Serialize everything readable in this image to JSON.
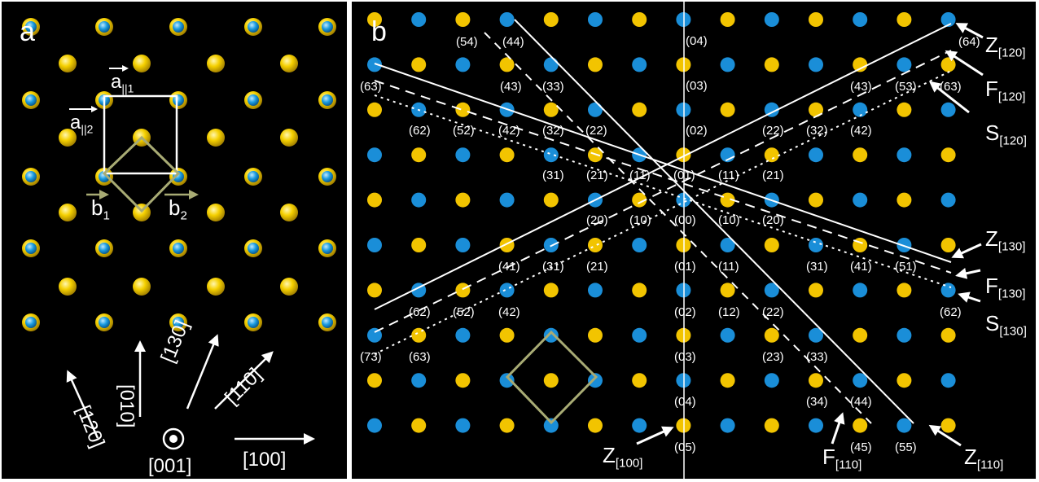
{
  "colors": {
    "gold": "#f2c400",
    "blue": "#1a8ed8",
    "olive": "#a8ab74",
    "line": "#ffffff",
    "background": "#000000"
  },
  "panel_a": {
    "label": "a",
    "vector_a1": {
      "base": "a",
      "sub": "||1"
    },
    "vector_a2": {
      "base": "a",
      "sub": "||2"
    },
    "vector_b1": {
      "base": "b",
      "sub": "1"
    },
    "vector_b2": {
      "base": "b",
      "sub": "2"
    },
    "direction_labels": [
      "[120]",
      "[010]",
      "[130]",
      "[110]",
      "[100]",
      "[001]"
    ]
  },
  "panel_b": {
    "label": "b",
    "spot_labels": [
      "(54)",
      "(44)",
      "(04)",
      "(64)",
      "(63)",
      "(43)",
      "(33)",
      "(03)",
      "(43)",
      "(53)",
      "(63)",
      "(62)",
      "(52)",
      "(42)",
      "(32)",
      "(22)",
      "(02)",
      "(22)",
      "(32)",
      "(42)",
      "(31)",
      "(21)",
      "(11)",
      "(01)",
      "(11)",
      "(21)",
      "(20)",
      "(10)",
      "(00)",
      "(10)",
      "(20)",
      "(41)",
      "(31)",
      "(21)",
      "(01)",
      "(11)",
      "(31)",
      "(41)",
      "(51)",
      "(62)",
      "(52)",
      "(42)",
      "(02)",
      "(12)",
      "(22)",
      "(62)",
      "(73)",
      "(63)",
      "(03)",
      "(23)",
      "(33)",
      "(04)",
      "(34)",
      "(44)",
      "(05)",
      "(45)",
      "(55)"
    ],
    "line_labels": [
      {
        "base": "Z",
        "sub": "[120]"
      },
      {
        "base": "F",
        "sub": "[120]"
      },
      {
        "base": "S",
        "sub": "[120]"
      },
      {
        "base": "Z",
        "sub": "[130]"
      },
      {
        "base": "F",
        "sub": "[130]"
      },
      {
        "base": "S",
        "sub": "[130]"
      },
      {
        "base": "Z",
        "sub": "[100]"
      },
      {
        "base": "F",
        "sub": "[110]"
      },
      {
        "base": "Z",
        "sub": "[110]"
      }
    ]
  }
}
